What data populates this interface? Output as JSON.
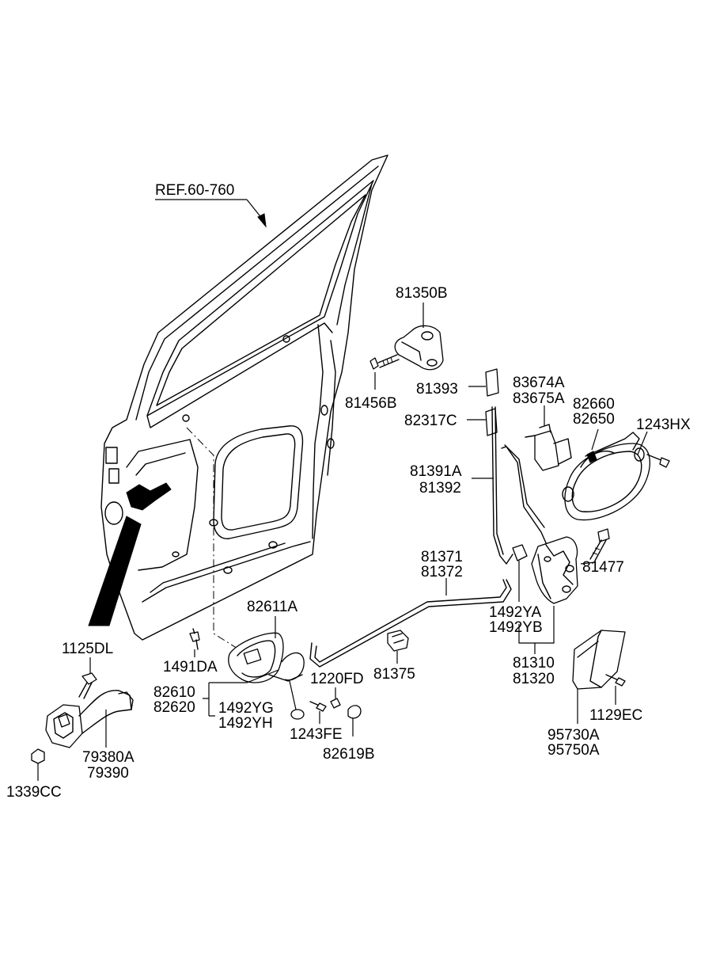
{
  "labels": {
    "ref": "REF.60-760",
    "p81350B": "81350B",
    "p81456B": "81456B",
    "p81393": "81393",
    "p82317C": "82317C",
    "p83674A": "83674A",
    "p83675A": "83675A",
    "p82660": "82660",
    "p82650": "82650",
    "p1243HX": "1243HX",
    "p81391A": "81391A",
    "p81392": "81392",
    "p81371": "81371",
    "p81372": "81372",
    "p81477": "81477",
    "p1492YA": "1492YA",
    "p1492YB": "1492YB",
    "p82611A": "82611A",
    "p1125DL": "1125DL",
    "p1491DA": "1491DA",
    "p1220FD": "1220FD",
    "p81375": "81375",
    "p81310": "81310",
    "p81320": "81320",
    "p82610": "82610",
    "p82620": "82620",
    "p1492YG": "1492YG",
    "p1492YH": "1492YH",
    "p1243FE": "1243FE",
    "p82619B": "82619B",
    "p79380A": "79380A",
    "p79390": "79390",
    "p1339CC": "1339CC",
    "p1129EC": "1129EC",
    "p95730A": "95730A",
    "p95750A": "95750A"
  }
}
